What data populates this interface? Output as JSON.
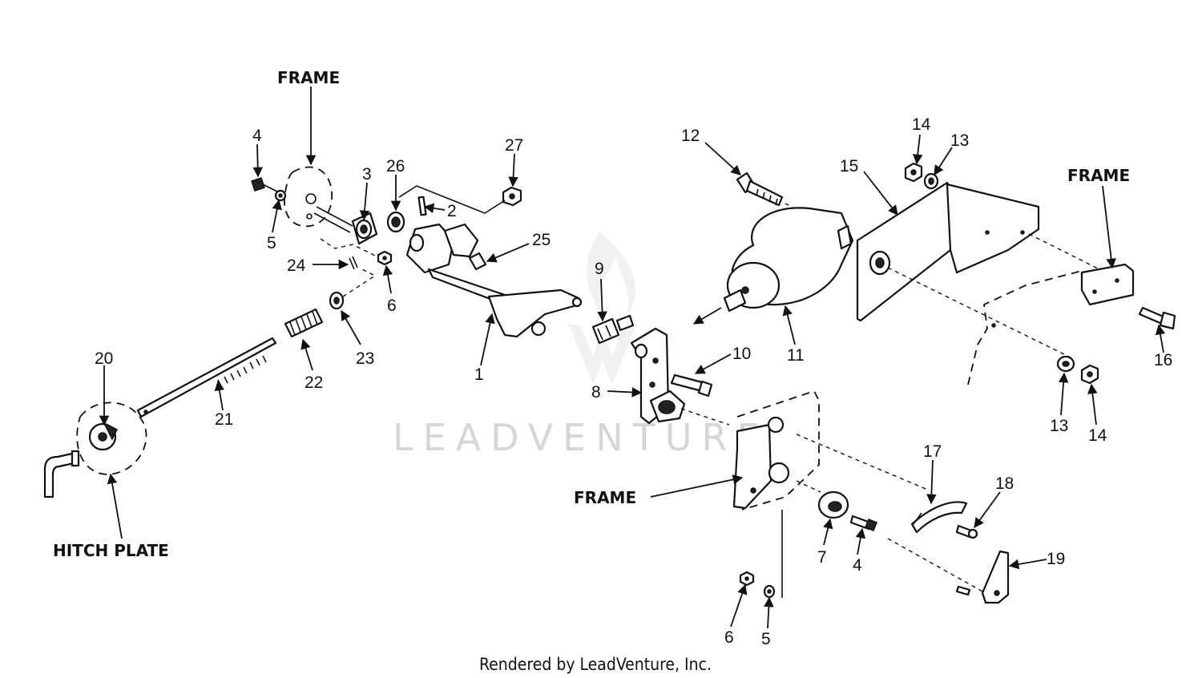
{
  "labels": {
    "frame_top": "FRAME",
    "frame_right": "FRAME",
    "frame_bottom": "FRAME",
    "hitch_plate": "HITCH PLATE"
  },
  "callouts": [
    "1",
    "2",
    "3",
    "4",
    "5",
    "6",
    "7",
    "8",
    "9",
    "10",
    "11",
    "12",
    "13",
    "14",
    "15",
    "16",
    "17",
    "18",
    "19",
    "20",
    "21",
    "22",
    "23",
    "24",
    "25",
    "26",
    "27"
  ],
  "repeat_callouts": {
    "c4b": "4",
    "c5b": "5",
    "c6b": "6",
    "c13b": "13",
    "c14b": "14"
  },
  "watermark": "LEADVENTURE",
  "footer": "Rendered by LeadVenture, Inc."
}
